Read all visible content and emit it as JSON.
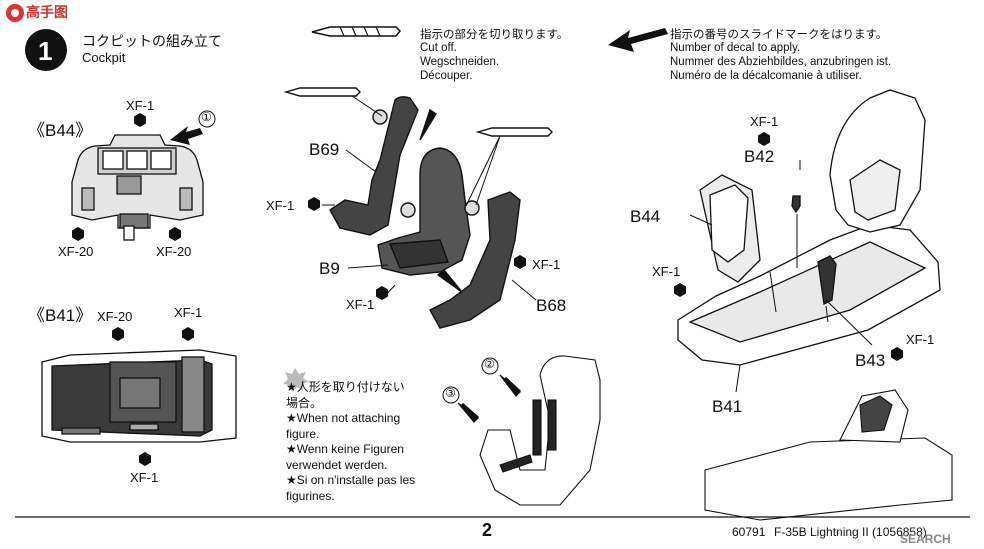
{
  "watermark_top": "高手图",
  "watermark_bottom": "SEARCH",
  "step": {
    "number": "1",
    "title_jp": "コクピットの組み立て",
    "title_en": "Cockpit"
  },
  "legend": {
    "cut": [
      "指示の部分を切り取ります。",
      "Cut off.",
      "Wegschneiden.",
      "Découper."
    ],
    "decal": [
      "指示の番号のスライドマークをはります。",
      "Number of decal to apply.",
      "Nummer des Abziehbildes, anzubringen ist.",
      "Numéro de la décalcomanie à utiliser."
    ]
  },
  "sections": {
    "b44": "《B44》",
    "b41": "《B41》"
  },
  "paint": {
    "xf1": "XF-1",
    "xf20": "XF-20"
  },
  "parts": {
    "b69": "B69",
    "b9": "B9",
    "b68": "B68",
    "b42": "B42",
    "b44": "B44",
    "b43": "B43",
    "b41": "B41"
  },
  "callouts": [
    "①",
    "②",
    "③"
  ],
  "note": [
    "★人形を取り付けない",
    "場合。",
    "★When not attaching",
    "figure.",
    "★Wenn keine Figuren",
    "verwendet werden.",
    "★Si on n'installe pas les",
    "figurines."
  ],
  "footer": {
    "page": "2",
    "code": "60791",
    "product": "F-35B Lightning II (1056858)"
  }
}
